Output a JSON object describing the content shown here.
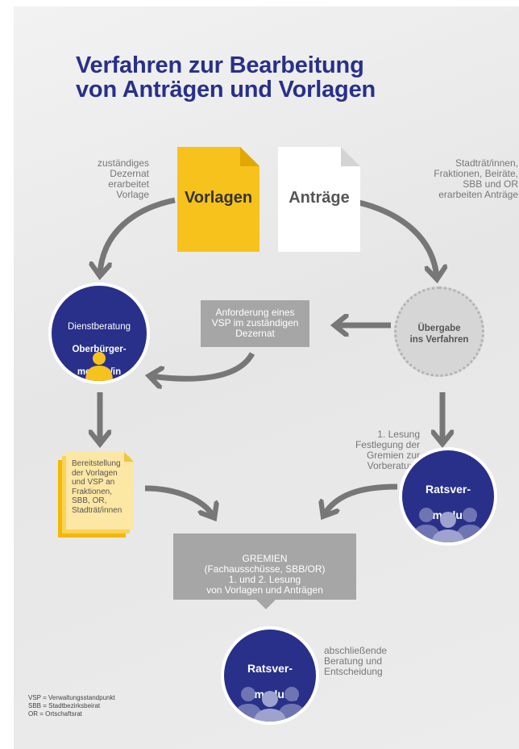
{
  "title": {
    "line1": "Verfahren zur Bearbeitung",
    "line2": "von Anträgen und Vorlagen"
  },
  "colors": {
    "navy": "#28308a",
    "yellow": "#f7c21b",
    "grey_box": "#a6a6a6",
    "arrow": "#777777",
    "text_grey": "#777777",
    "pale_yellow": "#fde7a4"
  },
  "documents": {
    "vorlagen": "Vorlagen",
    "antraege": "Anträge"
  },
  "notes": {
    "dezernat": "zuständiges\nDezernat\nerarbeitet\nVorlage",
    "stadtraete": "Stadträt/innen,\nFraktionen, Beiräte,\nSBB und OR\nerarbeiten Anträge",
    "lesung1": "1. Lesung\nFestlegung der\nGremien zur\nVorberatung",
    "abschluss": "abschließende\nBeratung und\nEntscheidung"
  },
  "nodes": {
    "dienstberatung": {
      "line1": "Dienstberatung",
      "line2": "Oberbürger-",
      "line3": "meister/in",
      "icon": "person-icon"
    },
    "anforderung": "Anforderung eines\nVSP im zuständigen\nDezernat",
    "uebergabe": "Übergabe\nins Verfahren",
    "bereitstellung": "Bereitstellung\nder Vorlagen\nund VSP an\nFraktionen,\nSBB, OR,\nStadträt/innen",
    "ratsversammlung_top": {
      "line1": "Ratsver-",
      "line2": "sammlung",
      "icon": "group-icon"
    },
    "gremien": {
      "heading": "GREMIEN",
      "body": "(Fachausschüsse, SBB/OR)\n1. und 2. Lesung\nvon Vorlagen und Anträgen"
    },
    "ratsversammlung_bottom": {
      "line1": "Ratsver-",
      "line2": "sammlung",
      "icon": "group-icon"
    }
  },
  "legend": [
    "VSP = Verwaltungsstandpunkt",
    "SBB = Stadtbezirksbeirat",
    "OR = Ortschaftsrat"
  ]
}
